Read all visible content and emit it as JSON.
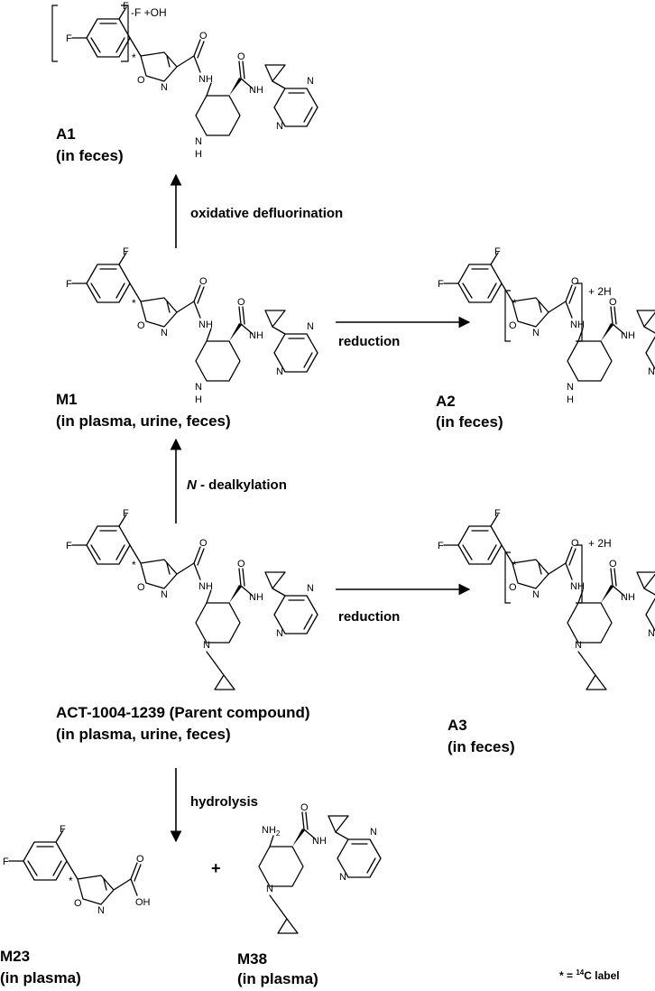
{
  "compounds": {
    "a1": {
      "name": "A1",
      "location": "(in feces)",
      "annotation": "-F +OH"
    },
    "m1": {
      "name": "M1",
      "location": "(in plasma, urine, feces)"
    },
    "a2": {
      "name": "A2",
      "location": "(in feces)",
      "annotation": "+ 2H"
    },
    "parent": {
      "name": "ACT-1004-1239 (Parent compound)",
      "location": "(in plasma, urine, feces)"
    },
    "a3": {
      "name": "A3",
      "location": "(in feces)",
      "annotation": "+ 2H"
    },
    "m23": {
      "name": "M23",
      "location": "(in plasma)"
    },
    "m38": {
      "name": "M38",
      "location": "(in plasma)"
    }
  },
  "reactions": {
    "oxidative": "oxidative defluorination",
    "dealkylation_n": "N",
    "dealkylation_rest": " - dealkylation",
    "reduction_m1": "reduction",
    "reduction_parent": "reduction",
    "hydrolysis": "hydrolysis"
  },
  "plus_sign": "+",
  "atoms": {
    "F": "F",
    "O": "O",
    "N": "N",
    "NH": "NH",
    "H": "H",
    "OH": "OH",
    "NH2": "NH",
    "NH2_sub": "2"
  },
  "label_marker": "*",
  "legend": {
    "prefix": "* = ",
    "isotope_sup": "14",
    "suffix": "C label"
  }
}
